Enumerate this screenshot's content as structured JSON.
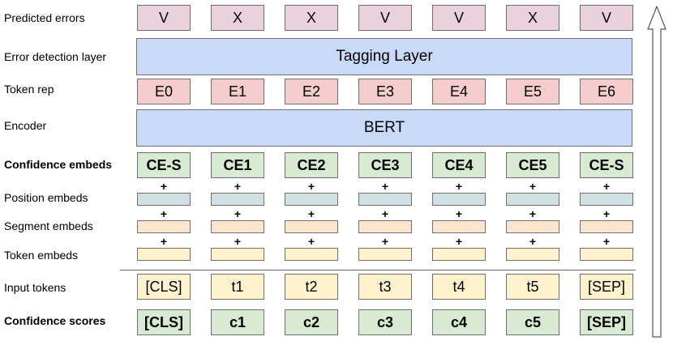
{
  "labels": {
    "predicted_errors": "Predicted errors",
    "error_detection_layer": "Error detection layer",
    "token_rep": "Token rep",
    "encoder": "Encoder",
    "confidence_embeds": "Confidence embeds",
    "position_embeds": "Position embeds",
    "segment_embeds": "Segment embeds",
    "token_embeds": "Token embeds",
    "input_tokens": "Input tokens",
    "confidence_scores": "Confidence scores"
  },
  "predicted_errors": [
    "V",
    "X",
    "X",
    "V",
    "V",
    "X",
    "V"
  ],
  "tagging_layer": "Tagging Layer",
  "token_rep": [
    "E0",
    "E1",
    "E2",
    "E3",
    "E4",
    "E5",
    "E6"
  ],
  "encoder": "BERT",
  "confidence_embeds": [
    "CE-S",
    "CE1",
    "CE2",
    "CE3",
    "CE4",
    "CE5",
    "CE-S"
  ],
  "plus": "+",
  "input_tokens": [
    "[CLS]",
    "t1",
    "t2",
    "t3",
    "t4",
    "t5",
    "[SEP]"
  ],
  "confidence_scores": [
    "[CLS]",
    "c1",
    "c2",
    "c3",
    "c4",
    "c5",
    "[SEP]"
  ]
}
